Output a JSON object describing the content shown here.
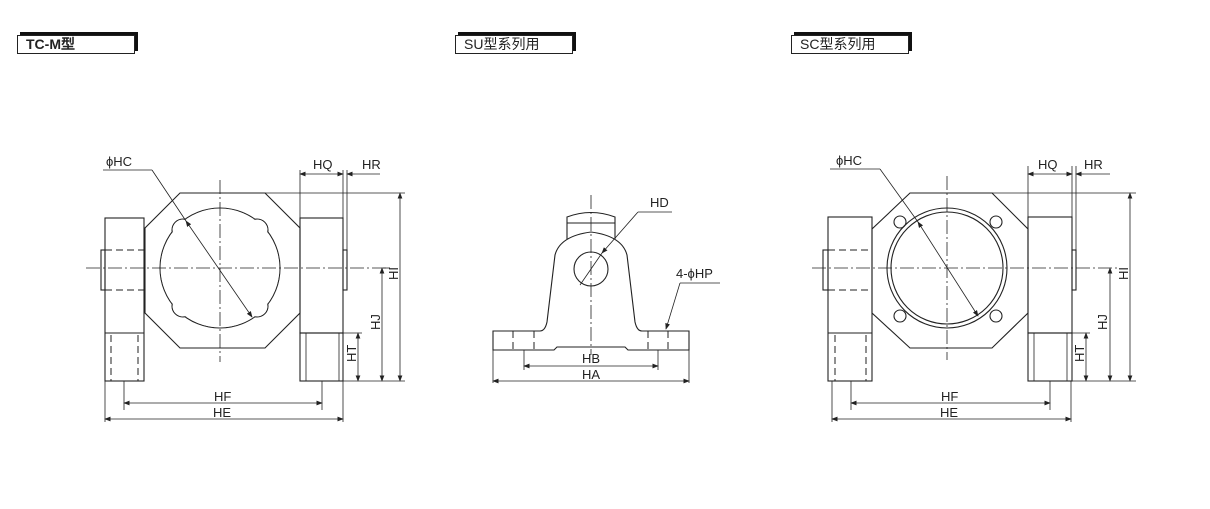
{
  "titles": {
    "tc_m": "TC-M型",
    "su": "SU型系列用",
    "sc": "SC型系列用"
  },
  "left_drawing": {
    "hc": "ϕHC",
    "hq": "HQ",
    "hr": "HR",
    "hi": "HI",
    "hj": "HJ",
    "ht": "HT",
    "hf": "HF",
    "he": "HE"
  },
  "middle_drawing": {
    "hd": "HD",
    "hp": "4-ϕHP",
    "hb": "HB",
    "ha": "HA"
  },
  "right_drawing": {
    "hc": "ϕHC",
    "hq": "HQ",
    "hr": "HR",
    "hi": "HI",
    "hj": "HJ",
    "ht": "HT",
    "hf": "HF",
    "he": "HE"
  }
}
